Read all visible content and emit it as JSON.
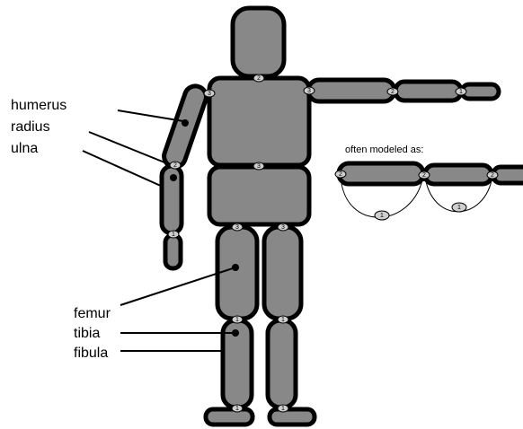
{
  "labels": {
    "humerus": "humerus",
    "radius": "radius",
    "ulna": "ulna",
    "femur": "femur",
    "tibia": "tibia",
    "fibula": "fibula"
  },
  "note": "often modeled as:",
  "joint_dof": {
    "neck": "2",
    "left_shoulder": "3",
    "right_shoulder": "3",
    "elbow_left": "2",
    "wrist_left": "1",
    "right_elbow": "2",
    "right_wrist": "1",
    "spine": "3",
    "left_hip": "3",
    "right_hip": "3",
    "left_knee": "1",
    "right_knee": "1",
    "left_ankle": "1",
    "right_ankle": "1",
    "model_1": "2",
    "model_2": "2",
    "model_3": "2",
    "model_arc_1": "1",
    "model_arc_2": "1"
  },
  "colors": {
    "segment_fill": "#888888",
    "joint_fill": "#cfcfcf",
    "outline": "#000000"
  }
}
